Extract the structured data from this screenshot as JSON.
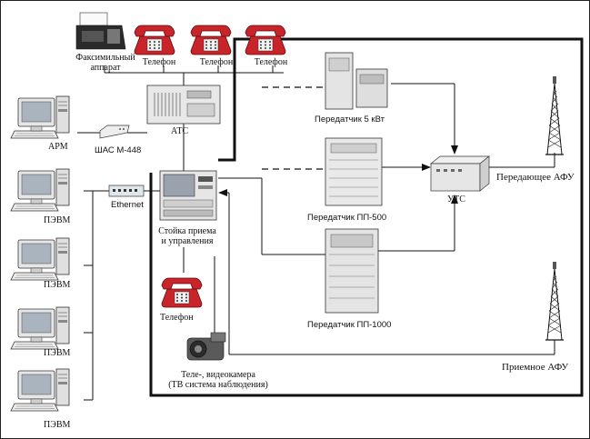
{
  "labels": {
    "fax": [
      "Факсимильный",
      "аппарат"
    ],
    "phone_top_1": "Телефон",
    "phone_top_2": "Телефон",
    "phone_top_3": "Телефон",
    "ats": "АТС",
    "arm": "АРМ",
    "shas": "ШАС М-448",
    "ethernet": "Ethernet",
    "pevm_1": "ПЭВМ",
    "pevm_2": "ПЭВМ",
    "pevm_3": "ПЭВМ",
    "pevm_4": "ПЭВМ",
    "rack": [
      "Стойка приема",
      "и управления"
    ],
    "phone_bottom": "Телефон",
    "camera": [
      "Теле-, видеокамера",
      "(ТВ система наблюдения)"
    ],
    "tx_5kw": "Передатчик 5 кВт",
    "tx_pp500": "Передатчик ПП-500",
    "tx_pp1000": "Передатчик ПП-1000",
    "uts": "УТС",
    "afu_tx": "Передающее АФУ",
    "afu_rx": "Приемное АФУ"
  },
  "colors": {
    "phone_red": "#c8242a",
    "phone_dark": "#7a1014",
    "equipment_grey": "#d9d9d9",
    "screen_grey": "#9aa3ad",
    "line": "#111111"
  }
}
